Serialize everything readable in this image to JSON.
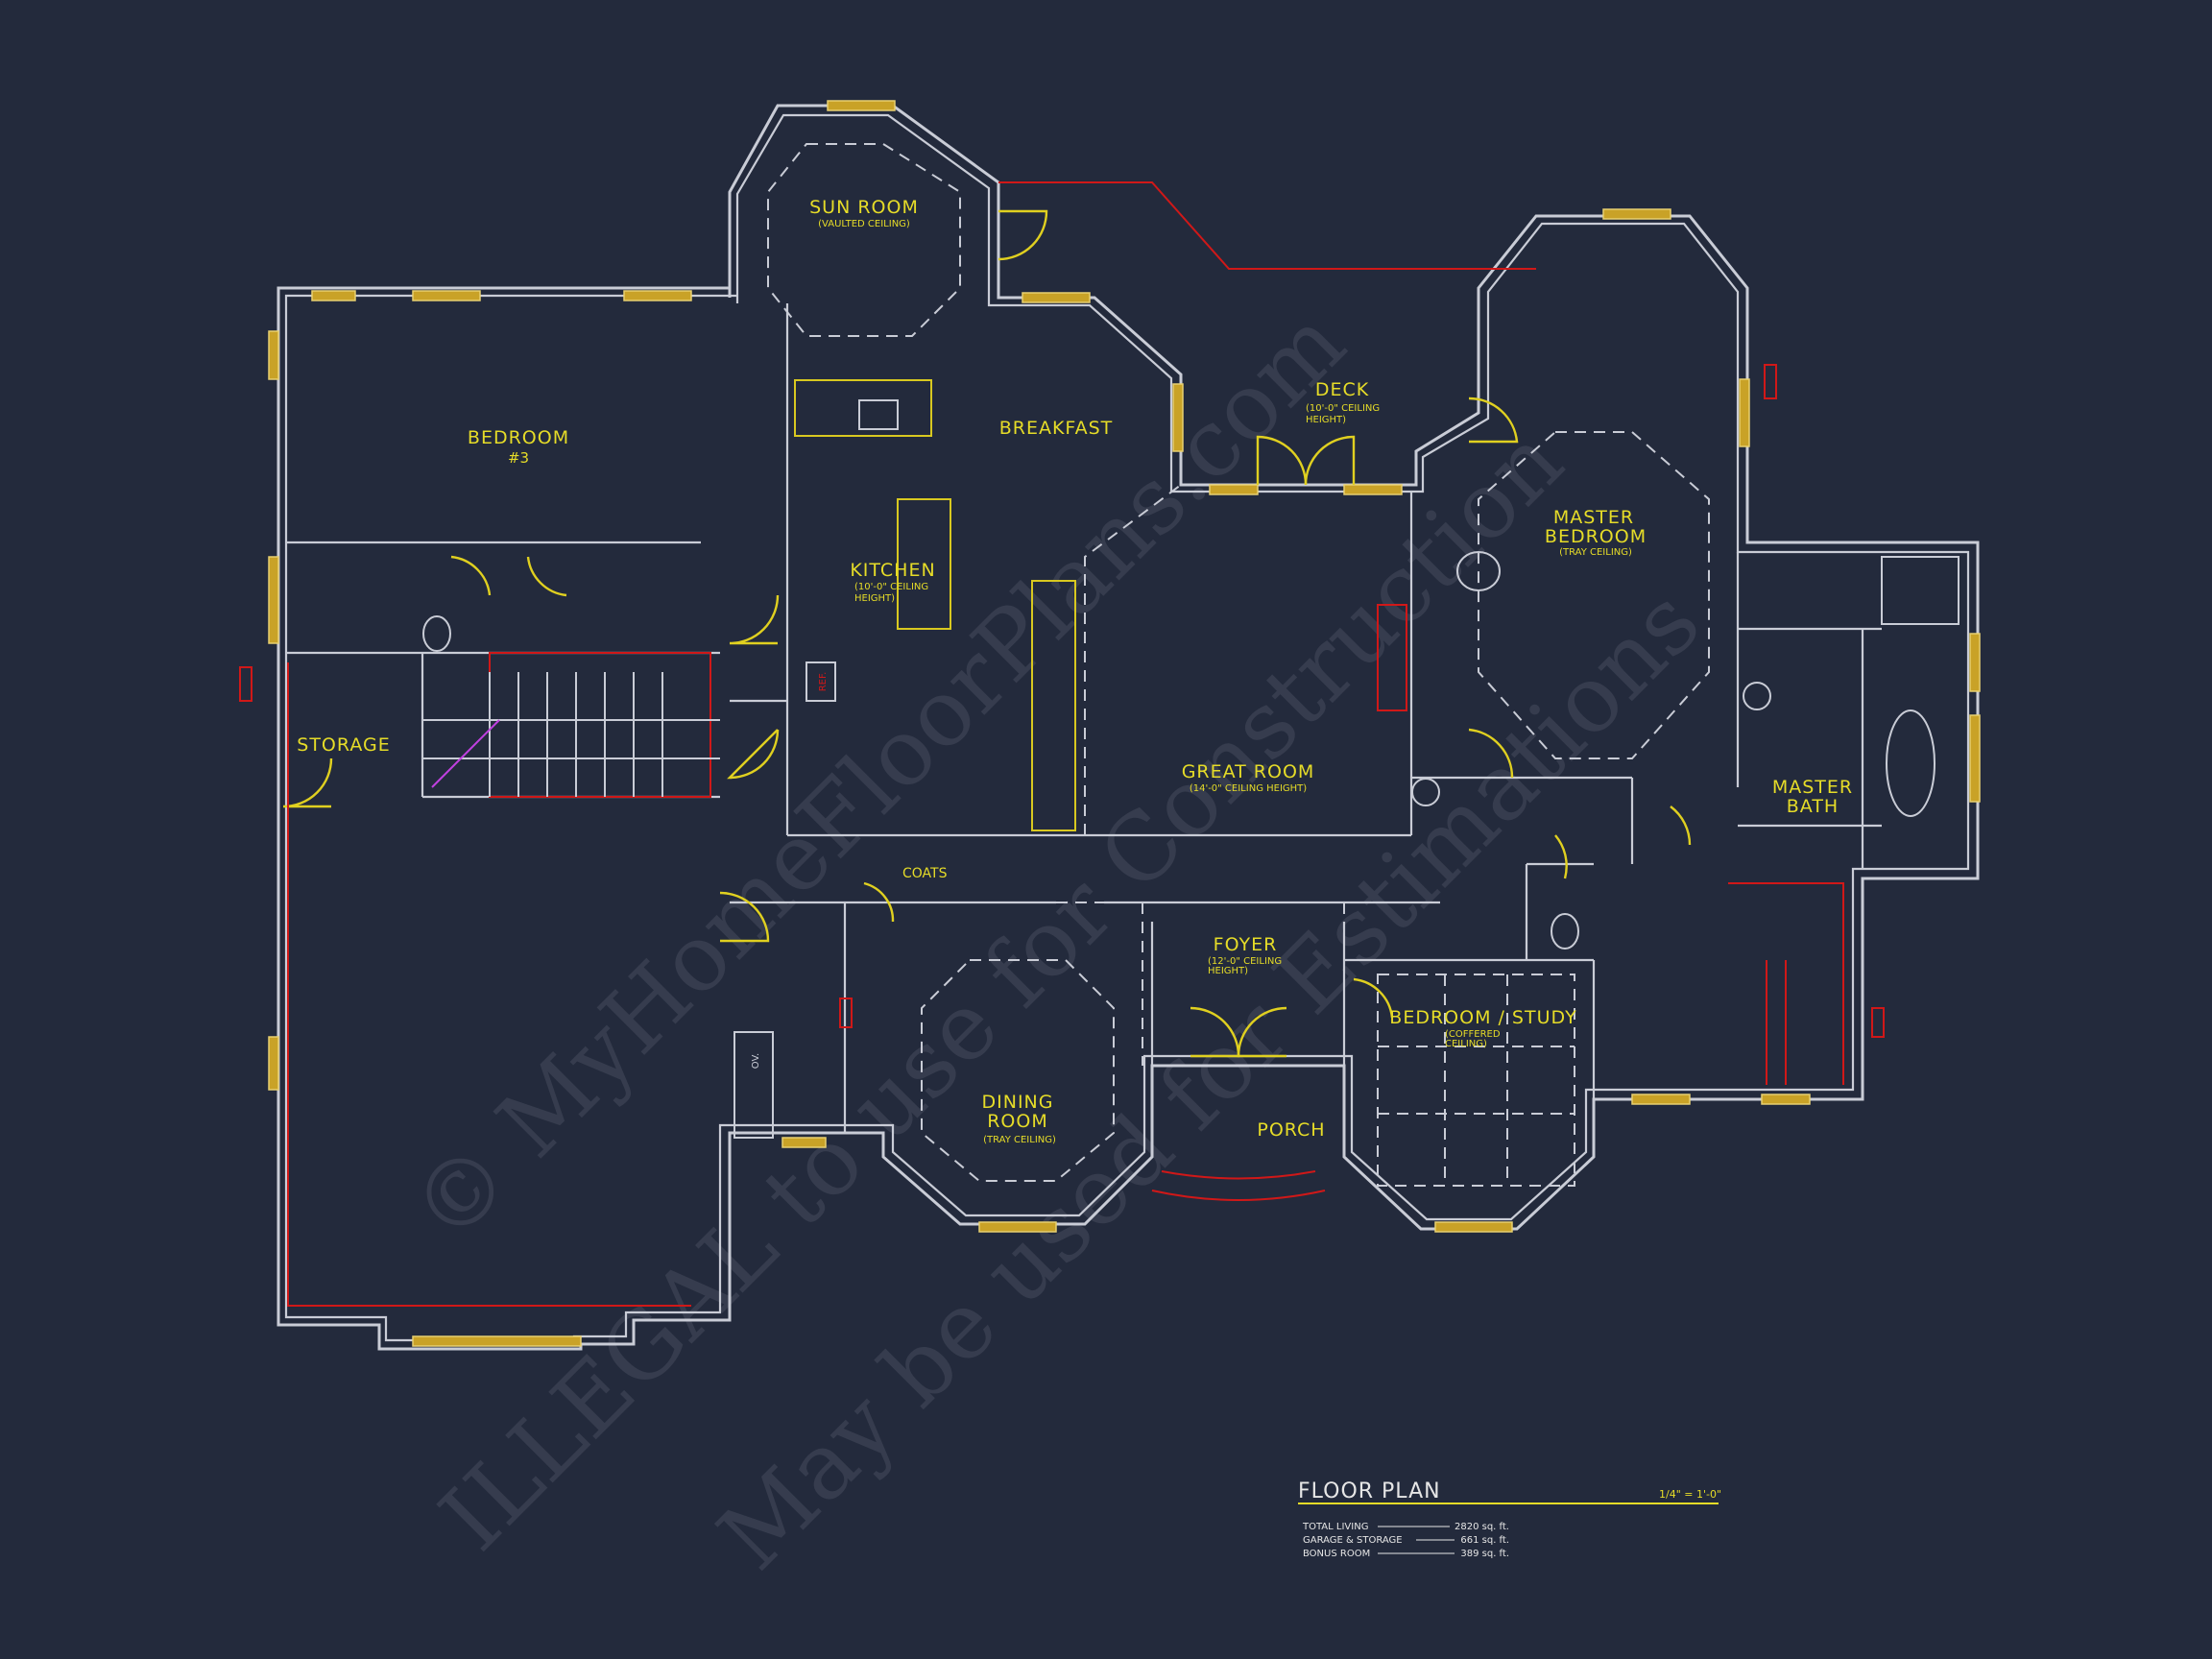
{
  "rooms": {
    "sun_room": {
      "name": "SUN ROOM",
      "note": "(VAULTED CEILING)"
    },
    "bedroom3": {
      "name": "BEDROOM",
      "number": "#3"
    },
    "breakfast": {
      "name": "BREAKFAST"
    },
    "deck": {
      "name": "DECK",
      "note1": "(10'-0\" CEILING",
      "note2": "HEIGHT)"
    },
    "master_bedroom": {
      "name1": "MASTER",
      "name2": "BEDROOM",
      "note": "(TRAY CEILING)"
    },
    "kitchen": {
      "name": "KITCHEN",
      "note1": "(10'-0\" CEILING",
      "note2": "HEIGHT)"
    },
    "storage": {
      "name": "STORAGE"
    },
    "great_room": {
      "name": "GREAT ROOM",
      "note": "(14'-0\" CEILING HEIGHT)"
    },
    "master_bath": {
      "name1": "MASTER",
      "name2": "BATH"
    },
    "coats": {
      "name": "COATS"
    },
    "foyer": {
      "name": "FOYER",
      "note1": "(12'-0\" CEILING",
      "note2": "HEIGHT)"
    },
    "bedroom_study": {
      "name": "BEDROOM / STUDY",
      "note1": "(COFFERED",
      "note2": "CEILING)"
    },
    "dining_room": {
      "name1": "DINING",
      "name2": "ROOM",
      "note": "(TRAY CEILING)"
    },
    "porch": {
      "name": "PORCH"
    }
  },
  "fixtures": {
    "refrigerator": "REF.",
    "oven": "OV."
  },
  "watermark": {
    "line1": "© MyHomeFloorPlans.com",
    "line2": "ILLEGAL to use for Construction",
    "line3": "May be used for Estimations"
  },
  "title_block": {
    "title": "FLOOR PLAN",
    "scale": "1/4\" = 1'-0\"",
    "areas": [
      {
        "label": "TOTAL LIVING",
        "value": "2820 sq. ft."
      },
      {
        "label": "GARAGE & STORAGE",
        "value": "661 sq. ft."
      },
      {
        "label": "BONUS ROOM",
        "value": "389 sq. ft."
      }
    ]
  },
  "colors": {
    "background": "#232a3c",
    "walls": "#c9ccd6",
    "labels": "#e6dc28",
    "accent": "#d01818"
  }
}
